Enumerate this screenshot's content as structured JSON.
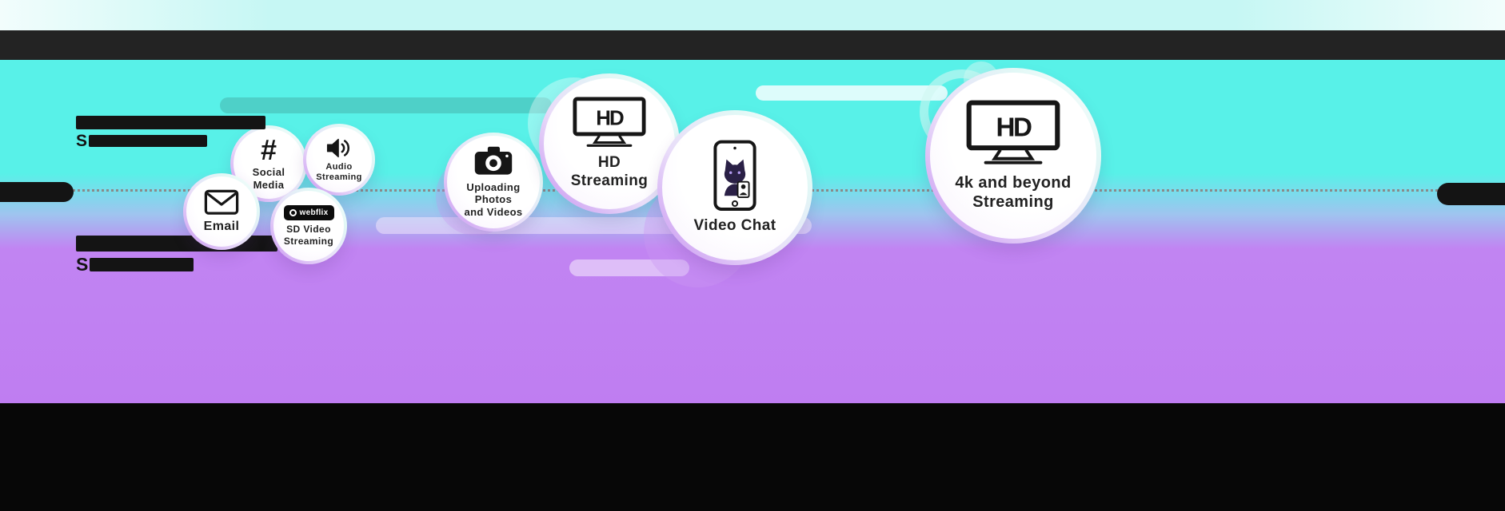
{
  "redacted": {
    "s1": "S",
    "s2": "S"
  },
  "icons": {
    "hashtag_glyph": "#",
    "webflix_text": "webflix",
    "hd_logo_text": "HD"
  },
  "bubbles": {
    "email": {
      "label": "Email"
    },
    "social_media": {
      "line1": "Social",
      "line2": "Media"
    },
    "audio": {
      "line1": "Audio",
      "line2": "Streaming"
    },
    "sd_video": {
      "line1": "SD Video",
      "line2": "Streaming"
    },
    "uploading": {
      "line1": "Uploading Photos",
      "line2": "and Videos"
    },
    "hd_streaming": {
      "line1": "HD",
      "line2": "Streaming"
    },
    "video_chat": {
      "label": "Video Chat"
    },
    "four_k": {
      "line1": "4k and beyond",
      "line2": "Streaming"
    }
  },
  "colors": {
    "cyan": "#58f1e8",
    "purple": "#bf7df1",
    "teal_pill": "#4ed0c8",
    "dark": "#141414",
    "bubble_rim_purple": "#c893f1"
  }
}
